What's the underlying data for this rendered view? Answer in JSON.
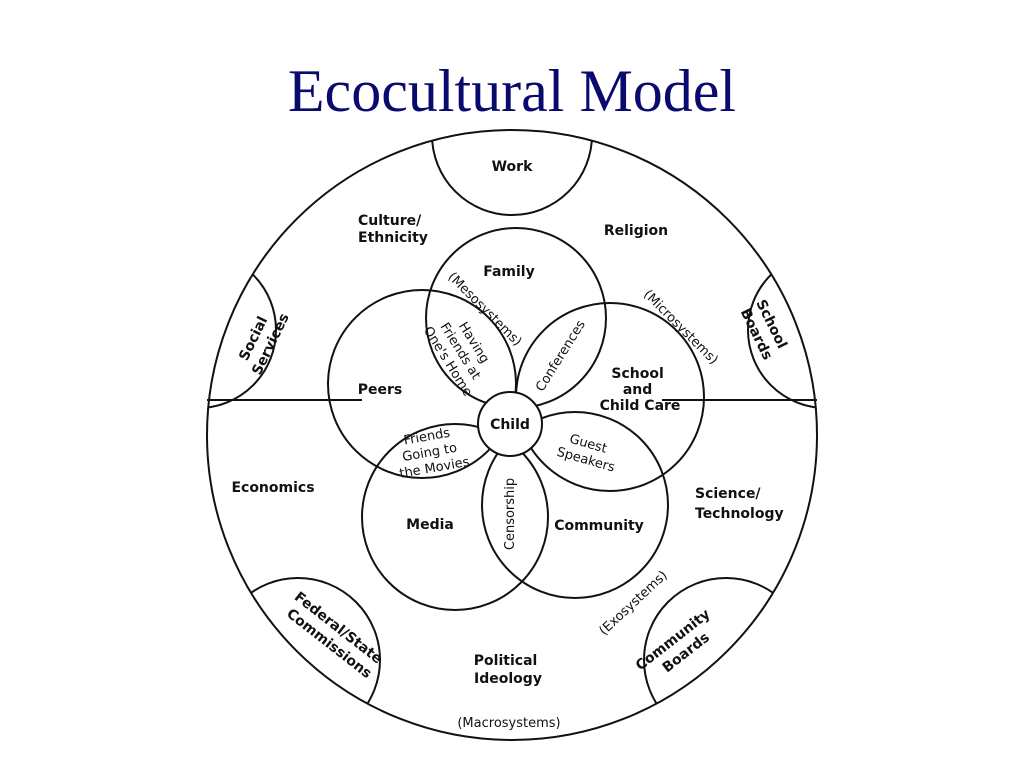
{
  "title": "Ecocultural Model",
  "rim": {
    "work": "Work",
    "social_services": [
      "Social",
      "Services"
    ],
    "school_boards": [
      "School",
      "Boards"
    ],
    "federal_state": [
      "Federal/State",
      "Commissions"
    ],
    "community_boards": [
      "Community",
      "Boards"
    ]
  },
  "outer": {
    "culture": [
      "Culture/",
      "Ethnicity"
    ],
    "religion": "Religion",
    "economics": "Economics",
    "science": [
      "Science/",
      "Technology"
    ],
    "political": [
      "Political",
      "Ideology"
    ],
    "macrosystems": "(Macrosystems)",
    "exosystems": "(Exosystems)",
    "microsystems": "(Microsystems)"
  },
  "micro": {
    "family": "Family",
    "peers": "Peers",
    "school": [
      "School",
      "and",
      "Child Care"
    ],
    "media": "Media",
    "community": "Community",
    "child": "Child"
  },
  "meso": {
    "mesosystems": "(Mesosystems)",
    "having_friends": [
      "Having",
      "Friends at",
      "One's Home"
    ],
    "conferences": "Conferences",
    "friends_movies": [
      "Friends",
      "Going to",
      "the Movies"
    ],
    "guest_speakers": [
      "Guest",
      "Speakers"
    ],
    "censorship": "Censorship"
  },
  "colors": {
    "title": "#0a0a6e",
    "line": "#111111",
    "background": "#ffffff"
  }
}
